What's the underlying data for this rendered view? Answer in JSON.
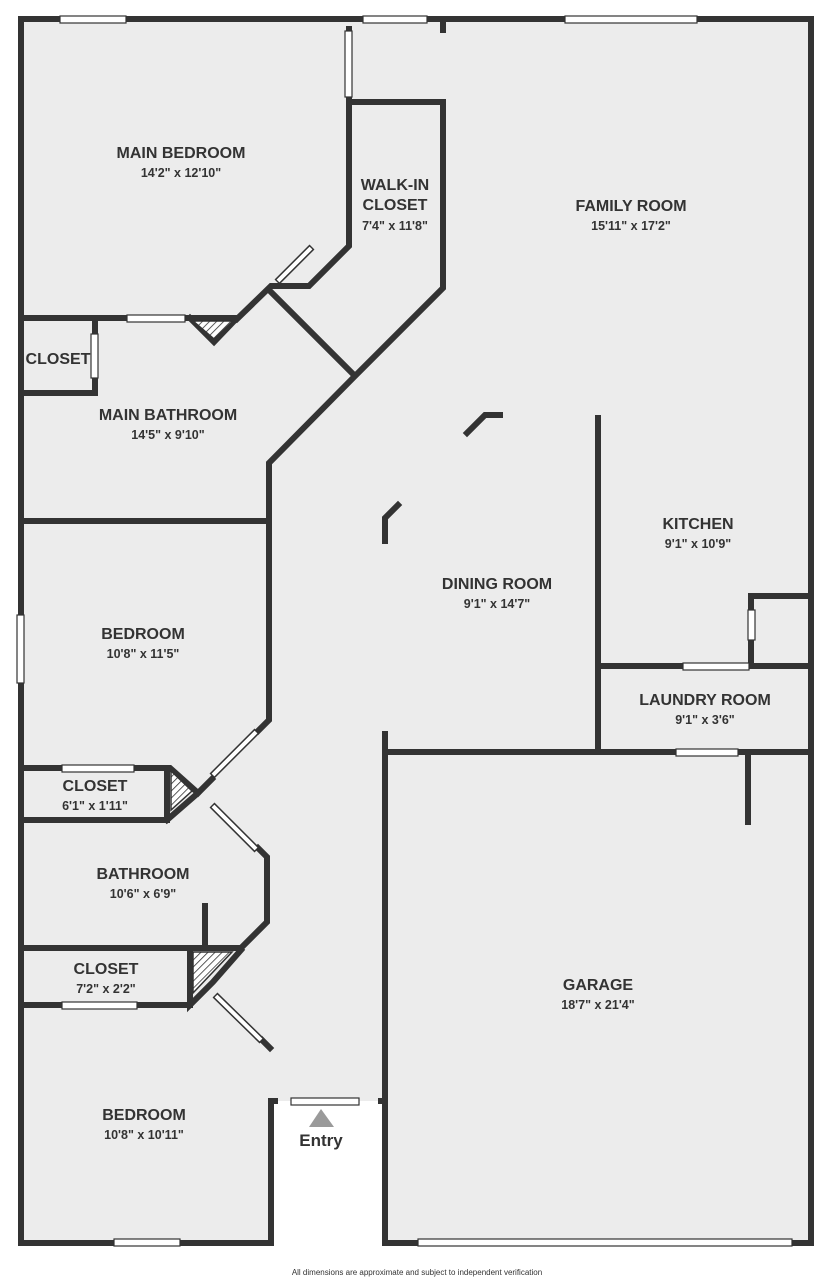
{
  "colors": {
    "wall": "#333333",
    "floor": "#ececec",
    "background": "#ffffff",
    "entry_arrow": "#9a9a9a"
  },
  "rooms": {
    "main_bedroom": {
      "name": "MAIN BEDROOM",
      "dims": "14'2\" x 12'10\""
    },
    "walk_in_closet": {
      "name_line1": "WALK-IN",
      "name_line2": "CLOSET",
      "dims": "7'4\" x 11'8\""
    },
    "family_room": {
      "name": "FAMILY ROOM",
      "dims": "15'11\" x 17'2\""
    },
    "closet_main": {
      "name": "CLOSET"
    },
    "main_bathroom": {
      "name": "MAIN BATHROOM",
      "dims": "14'5\" x 9'10\""
    },
    "kitchen": {
      "name": "KITCHEN",
      "dims": "9'1\" x 10'9\""
    },
    "dining_room": {
      "name": "DINING ROOM",
      "dims": "9'1\" x 14'7\""
    },
    "bedroom_1": {
      "name": "BEDROOM",
      "dims": "10'8\" x 11'5\""
    },
    "laundry_room": {
      "name": "LAUNDRY ROOM",
      "dims": "9'1\" x 3'6\""
    },
    "closet_1": {
      "name": "CLOSET",
      "dims": "6'1\" x 1'11\""
    },
    "bathroom": {
      "name": "BATHROOM",
      "dims": "10'6\" x 6'9\""
    },
    "closet_2": {
      "name": "CLOSET",
      "dims": "7'2\" x 2'2\""
    },
    "garage": {
      "name": "GARAGE",
      "dims": "18'7\" x 21'4\""
    },
    "bedroom_2": {
      "name": "BEDROOM",
      "dims": "10'8\" x 10'11\""
    }
  },
  "entry_label": "Entry",
  "footer_note": "All dimensions are approximate and subject to independent verification"
}
